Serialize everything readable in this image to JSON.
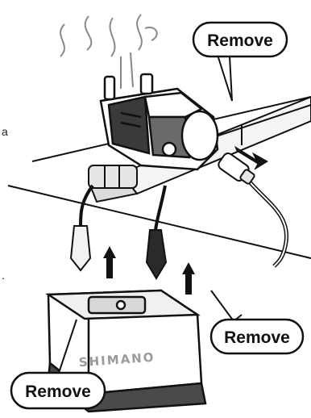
{
  "callouts": {
    "top_label": "Remove",
    "right_label": "Remove",
    "bottom_label": "Remove"
  },
  "battery": {
    "brand": "SHIMANO"
  },
  "edge_marks": {
    "left_top": "a",
    "left_bottom": "."
  },
  "icons": [
    "smoke-icon",
    "up-arrow-icon",
    "pull-arrow-icon"
  ],
  "colors": {
    "line": "#111111",
    "fill_dark": "#3a3a3a",
    "fill_light": "#e6e6e6",
    "background": "#ffffff"
  }
}
